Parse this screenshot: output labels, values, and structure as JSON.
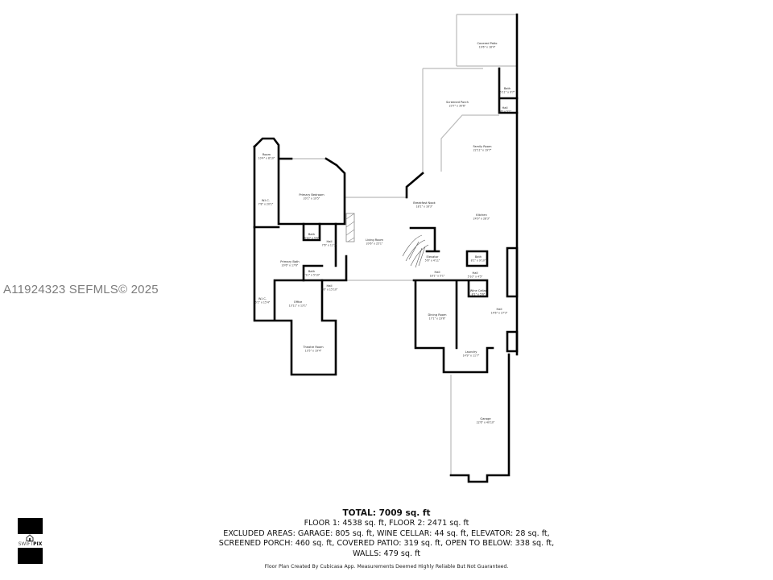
{
  "watermark": "A11924323  SEFMLS© 2025",
  "rooms": [
    {
      "name": "Room",
      "dims": "10'4\" x 8'10\""
    },
    {
      "name": "W.I.C.",
      "dims": "7'8\" x 20'1\""
    },
    {
      "name": "Primary Bedroom",
      "dims": "20'1\" x 19'5\""
    },
    {
      "name": "Bath",
      "dims": "6'10\" x 5'6\""
    },
    {
      "name": "Hall",
      "dims": "7'6\" x 11'3\""
    },
    {
      "name": "Primary Bath",
      "dims": "20'6\" x 17'6\""
    },
    {
      "name": "Bath",
      "dims": "9'11\" x 5'10\""
    },
    {
      "name": "Hall",
      "dims": "7'6\" x 15'10\""
    },
    {
      "name": "W.I.C.",
      "dims": "6'1\" x 15'4\""
    },
    {
      "name": "Office",
      "dims": "13'11\" x 13'1\""
    },
    {
      "name": "Theatre Room",
      "dims": "13'5\" x 19'4\""
    },
    {
      "name": "Living Room",
      "dims": "20'6\" x 25'1\""
    },
    {
      "name": "Breakfast Nook",
      "dims": "18'1\" x 16'3\""
    },
    {
      "name": "Kitchen",
      "dims": "24'9\" x 28'3\""
    },
    {
      "name": "Elevator",
      "dims": "5'6\" x 4'11\""
    },
    {
      "name": "Bath",
      "dims": "8'1\" x 9'10\""
    },
    {
      "name": "Hall",
      "dims": "18'1\" x 5'1\""
    },
    {
      "name": "Hall",
      "dims": "5'10\" x 4'5\""
    },
    {
      "name": "Wine Cellar",
      "dims": "8'1\" x 5'6\""
    },
    {
      "name": "Dining Room",
      "dims": "17'1\" x 23'6\""
    },
    {
      "name": "Hall",
      "dims": "14'6\" x 27'3\""
    },
    {
      "name": "Laundry",
      "dims": "14'9\" x 11'7\""
    },
    {
      "name": "Garage",
      "dims": "22'6\" x 40'10\""
    },
    {
      "name": "Covered Patio",
      "dims": "19'6\" x 18'4\""
    },
    {
      "name": "Bath",
      "dims": "5'11\" x 9'7\""
    },
    {
      "name": "Hall",
      "dims": "9'6\" x 5'1\""
    },
    {
      "name": "Screened Porch",
      "dims": "23'7\" x 30'6\""
    },
    {
      "name": "Family Room",
      "dims": "22'11\" x 19'7\""
    }
  ],
  "summary": {
    "total": "TOTAL: 7009 sq. ft",
    "floors": "FLOOR 1: 4538 sq. ft, FLOOR 2: 2471 sq. ft",
    "excluded_1": "EXCLUDED AREAS: GARAGE: 805 sq. ft, WINE CELLAR: 44 sq. ft, ELEVATOR: 28 sq. ft,",
    "excluded_2": "SCREENED PORCH: 460 sq. ft, COVERED PATIO: 319 sq. ft, OPEN TO BELOW: 338 sq. ft,",
    "walls": "WALLS: 479 sq. ft",
    "credit": "Floor Plan Created By Cubicasa App. Measurements Deemed Highly Reliable But Not Guaranteed."
  },
  "logo": {
    "brand_light": "SWIFT",
    "brand_bold": "PIX",
    "icon": "home-icon"
  }
}
